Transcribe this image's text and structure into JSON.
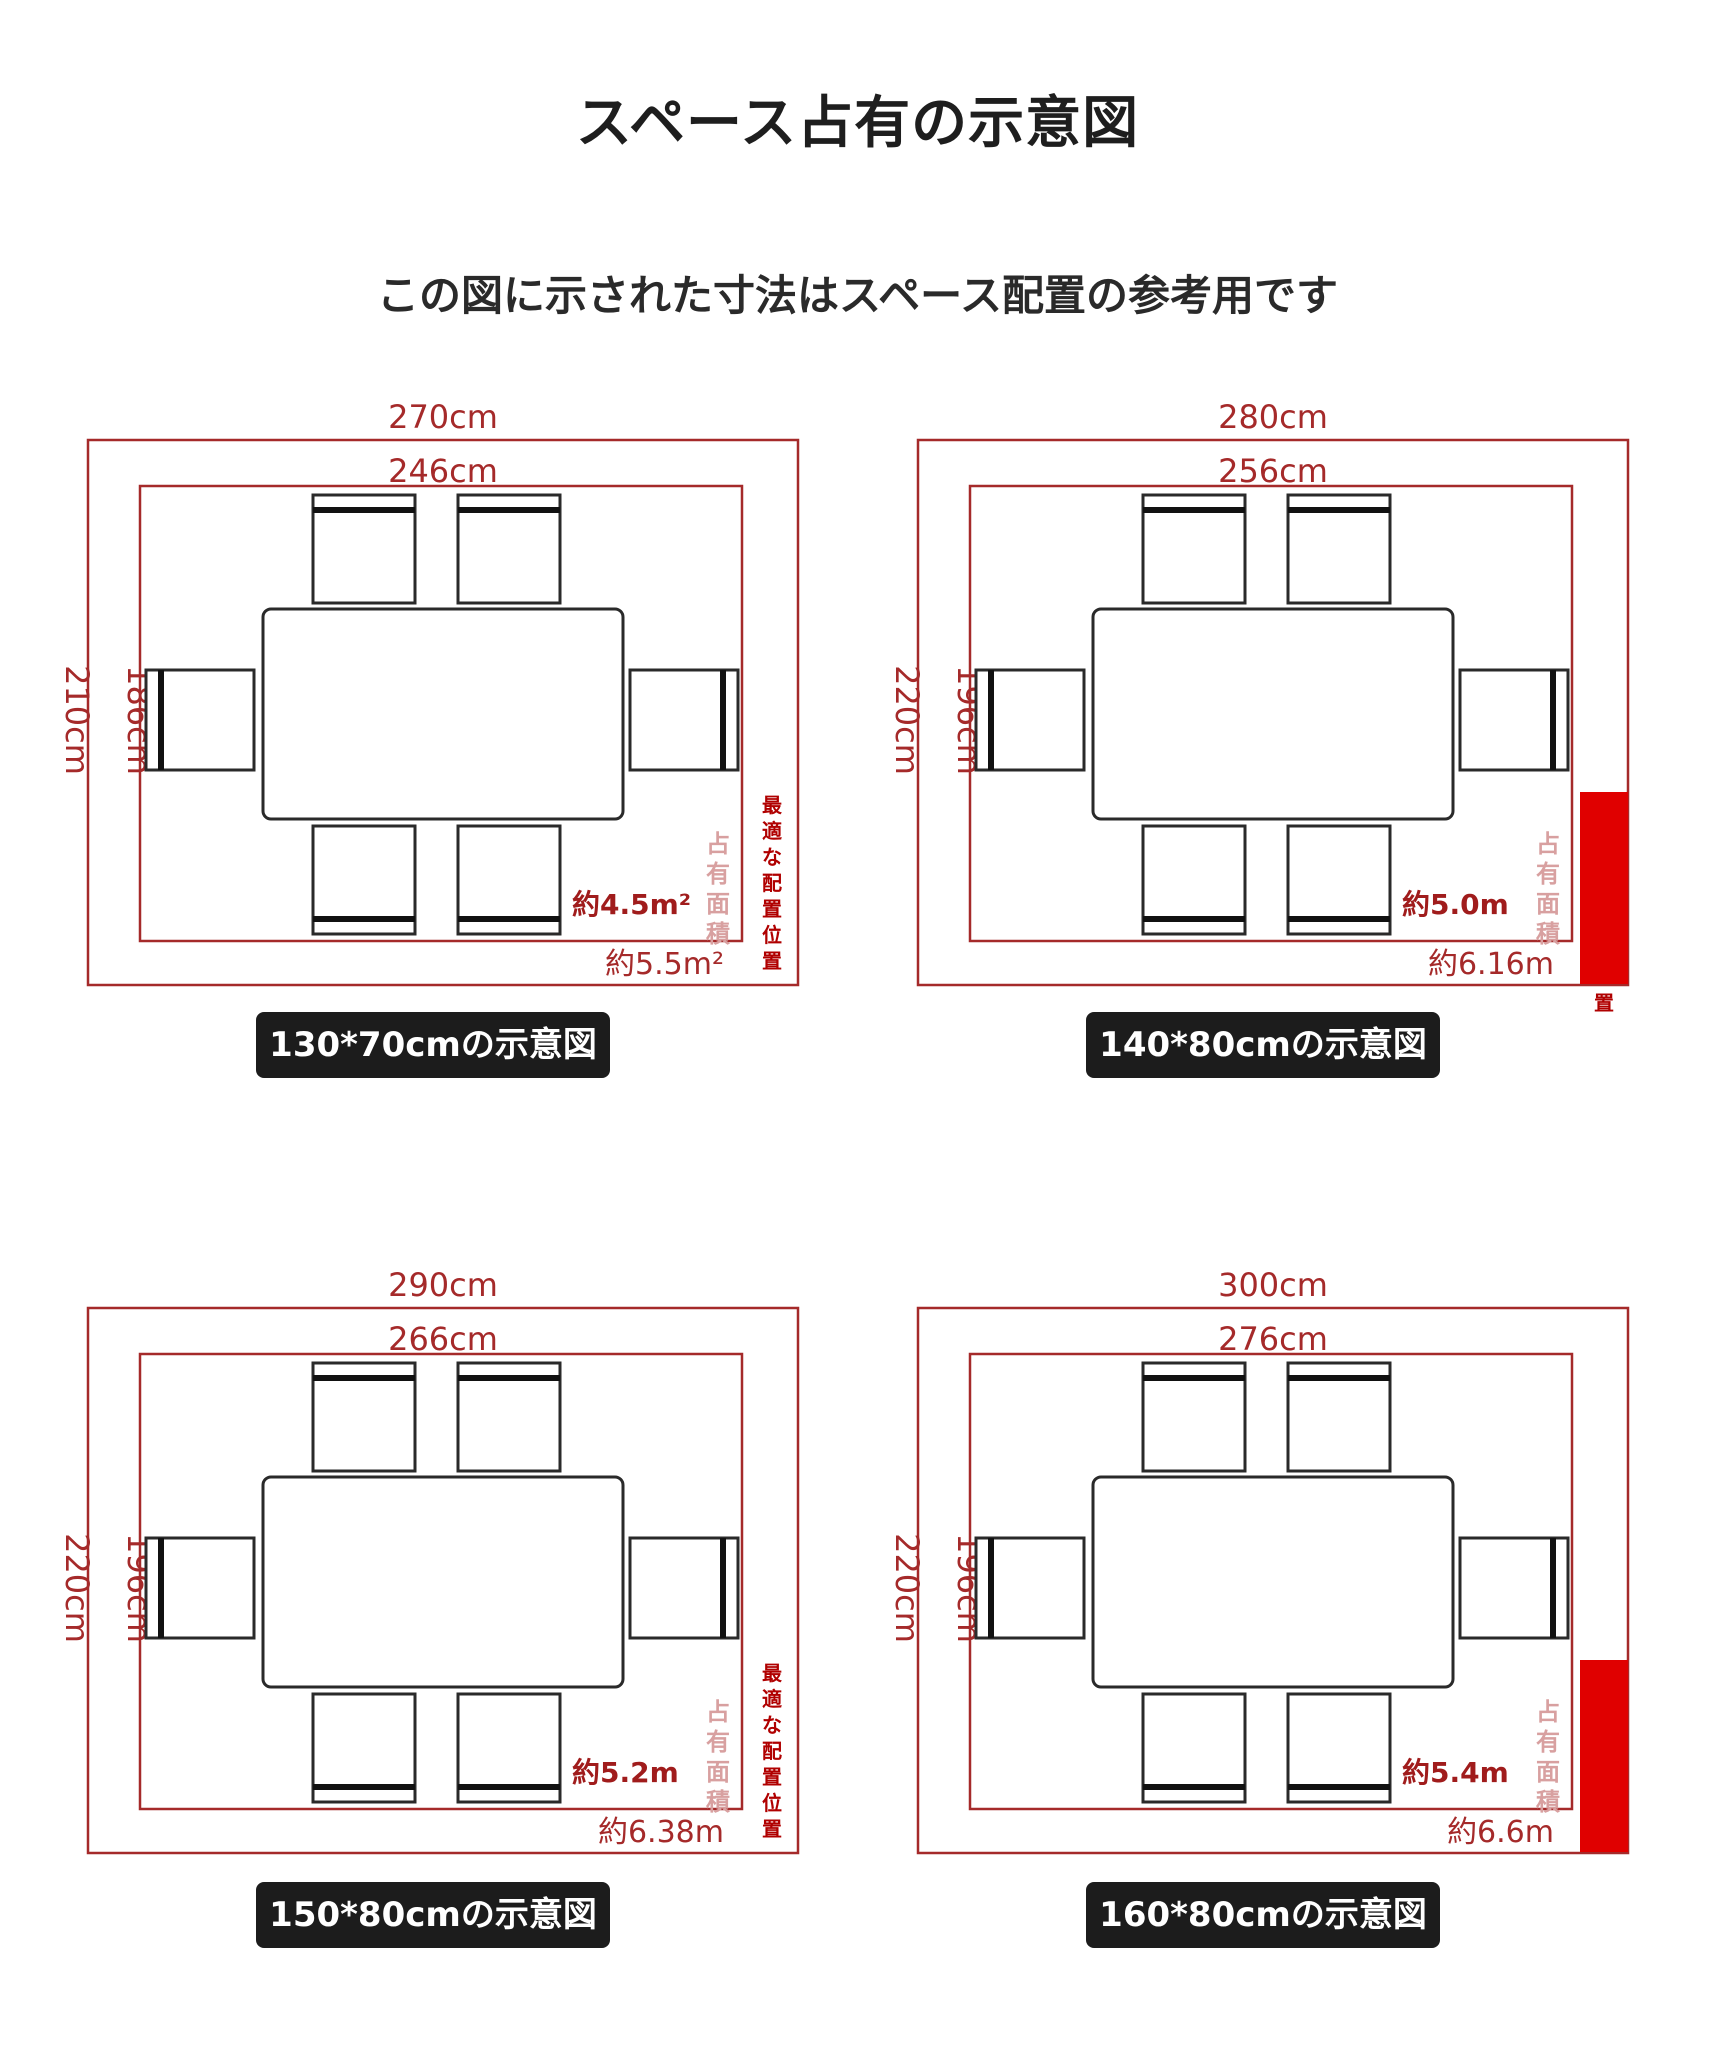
{
  "header": {
    "title": "スペース占有の示意図",
    "subtitle": "この図に示された寸法はスペース配置の参考用です"
  },
  "colors": {
    "dimension_red": "#a52a2a",
    "accent_red": "#e00000",
    "pill_dark": "#1c1c1c",
    "furniture_outline": "#2a2a2a"
  },
  "panels": [
    {
      "outer_width": "270cm",
      "inner_width": "246cm",
      "outer_height": "210cm",
      "inner_height": "186cm",
      "inner_area": "約4.5m²",
      "outer_area": "約5.5m²",
      "occupied_label": [
        "占",
        "有",
        "面",
        "積"
      ],
      "best_label": [
        "最",
        "適",
        "な",
        "配",
        "置",
        "位",
        "置"
      ],
      "caption": "130*70cmの示意図",
      "accent_bar": false
    },
    {
      "outer_width": "280cm",
      "inner_width": "256cm",
      "outer_height": "220cm",
      "inner_height": "196cm",
      "inner_area": "約5.0m",
      "outer_area": "約6.16m",
      "occupied_label": [
        "占",
        "有",
        "面",
        "積"
      ],
      "best_label": [
        "置"
      ],
      "caption": "140*80cmの示意図",
      "accent_bar": true
    },
    {
      "outer_width": "290cm",
      "inner_width": "266cm",
      "outer_height": "220cm",
      "inner_height": "196cm",
      "inner_area": "約5.2m",
      "outer_area": "約6.38m",
      "occupied_label": [
        "占",
        "有",
        "面",
        "積"
      ],
      "best_label": [
        "最",
        "適",
        "な",
        "配",
        "置",
        "位",
        "置"
      ],
      "caption": "150*80cmの示意図",
      "accent_bar": false
    },
    {
      "outer_width": "300cm",
      "inner_width": "276cm",
      "outer_height": "220cm",
      "inner_height": "196cm",
      "inner_area": "約5.4m",
      "outer_area": "約6.6m",
      "occupied_label": [
        "占",
        "有",
        "面",
        "積"
      ],
      "best_label": [],
      "caption": "160*80cmの示意図",
      "accent_bar": true
    }
  ]
}
